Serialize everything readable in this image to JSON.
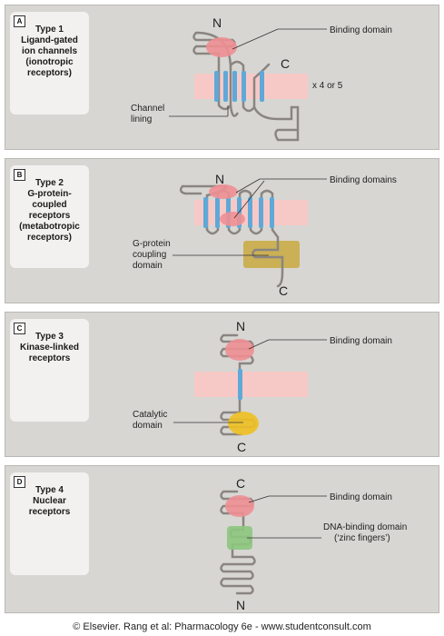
{
  "panels": [
    {
      "letter": "A",
      "title": "Type 1\nLigand-gated\nion channels\n(ionotropic\nreceptors)",
      "labels": {
        "binding": "Binding domain",
        "multiplier": "x 4 or 5",
        "channel": "Channel\nlining",
        "n": "N",
        "c": "C"
      }
    },
    {
      "letter": "B",
      "title": "Type 2\nG-protein-\ncoupled\nreceptors\n(metabotropic\nreceptors)",
      "labels": {
        "binding": "Binding domains",
        "gprotein": "G-protein\ncoupling\ndomain",
        "n": "N",
        "c": "C"
      }
    },
    {
      "letter": "C",
      "title": "Type 3\nKinase-linked\nreceptors",
      "labels": {
        "binding": "Binding domain",
        "catalytic": "Catalytic\ndomain",
        "n": "N",
        "c": "C"
      }
    },
    {
      "letter": "D",
      "title": "Type 4\nNuclear\nreceptors",
      "labels": {
        "binding": "Binding domain",
        "dna": "DNA-binding domain\n(‘zinc fingers’)",
        "n": "N",
        "c": "C"
      }
    }
  ],
  "footer": "© Elsevier. Rang et al: Pharmacology 6e - www.studentconsult.com",
  "colors": {
    "panel_bg": "#d7d6d3",
    "membrane": "#f7c9c6",
    "helix": "#5fa8d8",
    "binding": "#ee8f93",
    "gprotein_domain": "#c9a93e",
    "catalytic": "#f0c020",
    "dna_binding": "#8dc67e",
    "chain": "#8a8580"
  }
}
